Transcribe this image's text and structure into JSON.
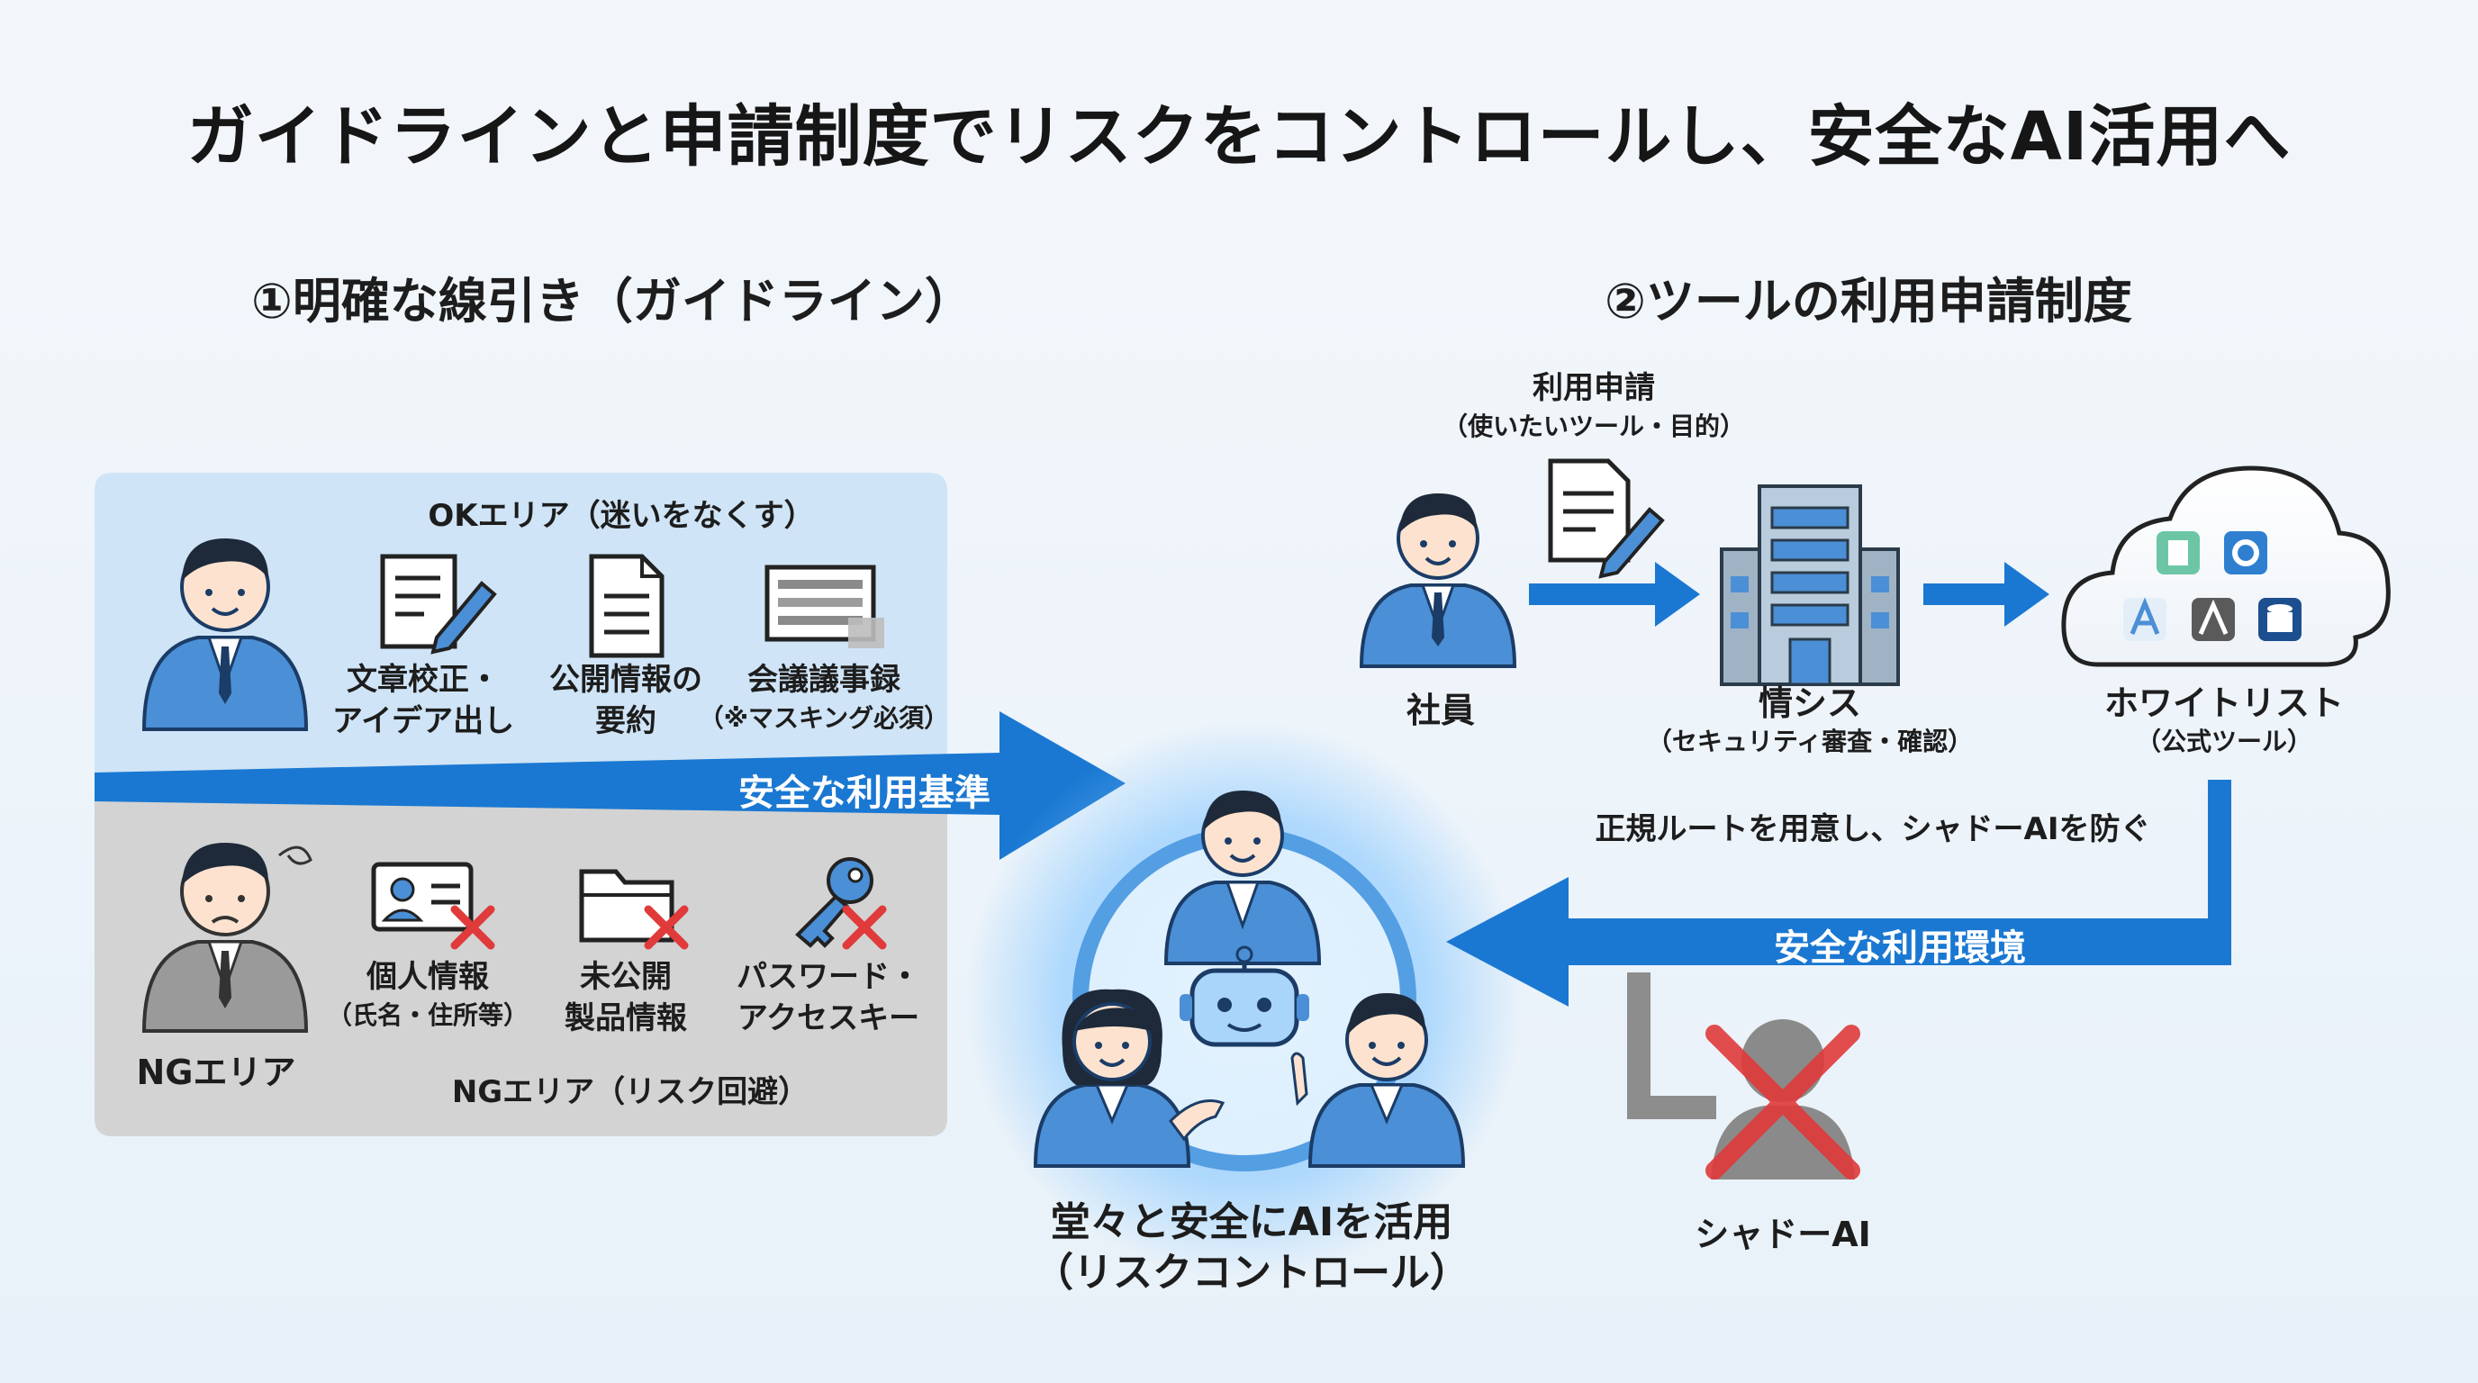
{
  "title": "ガイドラインと申請制度でリスクをコントロールし、安全なAI活用へ",
  "section1": {
    "heading": "①明確な線引き（ガイドライン）",
    "ok_area": {
      "label": "OKエリア（迷いをなくす）",
      "items": [
        {
          "line1": "文章校正・",
          "line2": "アイデア出し",
          "icon": "document-pen-icon"
        },
        {
          "line1": "公開情報の",
          "line2": "要約",
          "icon": "document-icon"
        },
        {
          "line1": "会議議事録",
          "line2": "（※マスキング必須）",
          "icon": "masked-notes-icon"
        }
      ]
    },
    "arrow_label": "安全な利用基準",
    "ng_area": {
      "person_label": "NGエリア",
      "label": "NGエリア（リスク回避）",
      "items": [
        {
          "line1": "個人情報",
          "line2": "（氏名・住所等）",
          "icon": "id-card-icon"
        },
        {
          "line1": "未公開",
          "line2": "製品情報",
          "icon": "folder-icon"
        },
        {
          "line1": "パスワード・",
          "line2": "アクセスキー",
          "icon": "key-icon"
        }
      ]
    }
  },
  "section2": {
    "heading": "②ツールの利用申請制度",
    "request": {
      "line1": "利用申請",
      "line2": "（使いたいツール・目的）"
    },
    "employee_label": "社員",
    "it_dept": {
      "line1": "情シス",
      "line2": "（セキュリティ審査・確認）"
    },
    "whitelist": {
      "line1": "ホワイトリスト",
      "line2": "（公式ツール）"
    },
    "route_note": "正規ルートを用意し、シャドーAIを防ぐ",
    "arrow_label": "安全な利用環境",
    "shadow_label": "シャドーAI"
  },
  "center": {
    "line1": "堂々と安全にAIを活用",
    "line2": "（リスクコントロール）"
  },
  "colors": {
    "blue": "#1a78d2",
    "ok_bg": "#cfe4f6",
    "ng_bg": "#d3d3d3",
    "red_x": "#e03a3a",
    "suit": "#4b8fd6",
    "gray_suit": "#9a9a9a"
  }
}
